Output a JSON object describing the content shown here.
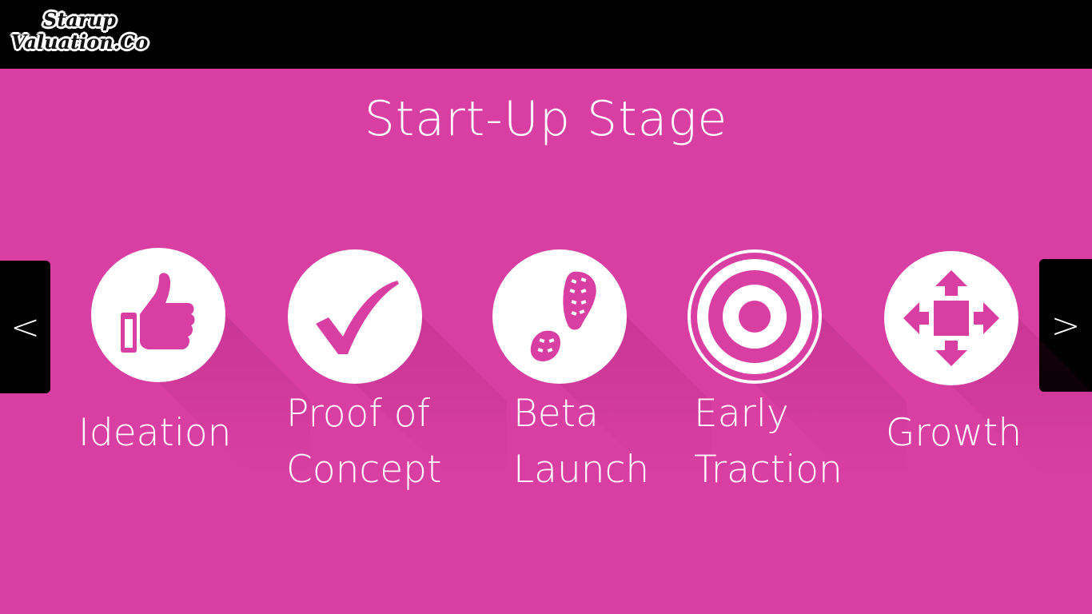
{
  "brand": {
    "logo_line1": "Starup",
    "logo_line2": "Valuation.Co"
  },
  "page": {
    "title": "Start-Up Stage",
    "background": "#d93fa3",
    "topbar_color": "#000000"
  },
  "nav": {
    "prev_label": "<",
    "next_label": ">"
  },
  "stages": [
    {
      "icon": "thumbs-up-icon",
      "line1": "Ideation",
      "line2": ""
    },
    {
      "icon": "checkmark-icon",
      "line1": "Proof of",
      "line2": "Concept"
    },
    {
      "icon": "footprint-icon",
      "line1": "Beta",
      "line2": "Launch"
    },
    {
      "icon": "target-icon",
      "line1": "Early",
      "line2": "Traction"
    },
    {
      "icon": "expand-arrows-icon",
      "line1": "Growth",
      "line2": ""
    }
  ]
}
